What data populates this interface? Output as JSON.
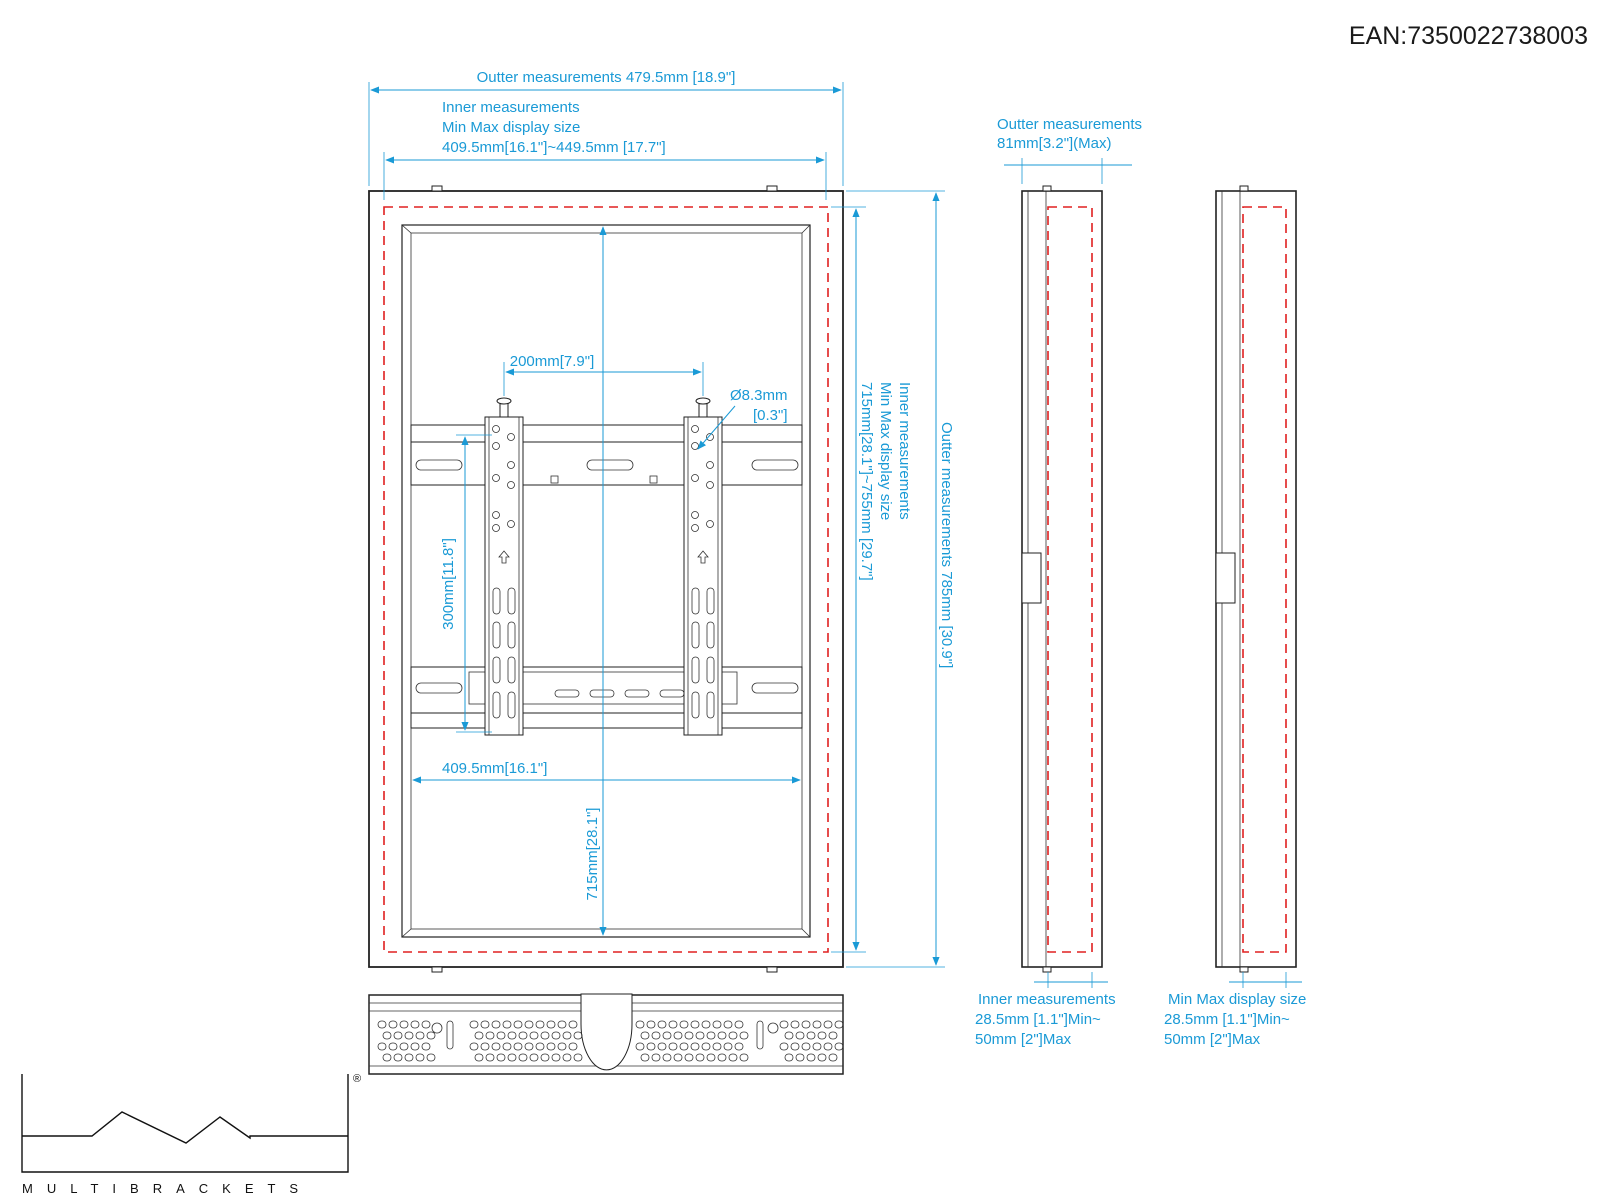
{
  "ean": "EAN:7350022738003",
  "brand": {
    "name": "MULTIBRACKETS",
    "registered": "®"
  },
  "colors": {
    "dimension": "#1a9ad6",
    "display_outline": "#e02020",
    "line": "#222222"
  },
  "front_view": {
    "outer_width_label": "Outter measurements 479.5mm [18.9\"]",
    "inner_width_line1": "Inner measurements",
    "inner_width_line2": "Min Max display size",
    "inner_width_line3": "409.5mm[16.1\"]~449.5mm [17.7\"]",
    "vesa_width_label": "200mm[7.9\"]",
    "hole_label_line1": "Ø8.3mm",
    "hole_label_line2": "[0.3\"]",
    "vesa_height_label": "300mm[11.8\"]",
    "min_width_label": "409.5mm[16.1\"]",
    "min_height_label": "715mm[28.1\"]",
    "inner_height_line1": "Inner measurements",
    "inner_height_line2": "Min Max display size",
    "inner_height_line3": "715mm[28.1\"]~755mm [29.7\"]",
    "outer_height_label": "Outter measurements 785mm [30.9\"]"
  },
  "side_view": {
    "outer_depth_line1": "Outter measurements",
    "outer_depth_line2": "81mm[3.2\"](Max)",
    "inner_depth_line1": "Inner measurements",
    "inner_depth_line2": "28.5mm [1.1\"]Min~",
    "inner_depth_line3": "50mm [2\"]Max"
  },
  "side_view_2": {
    "depth_line1": "Min Max display size",
    "depth_line2": "28.5mm [1.1\"]Min~",
    "depth_line3": "50mm [2\"]Max"
  }
}
